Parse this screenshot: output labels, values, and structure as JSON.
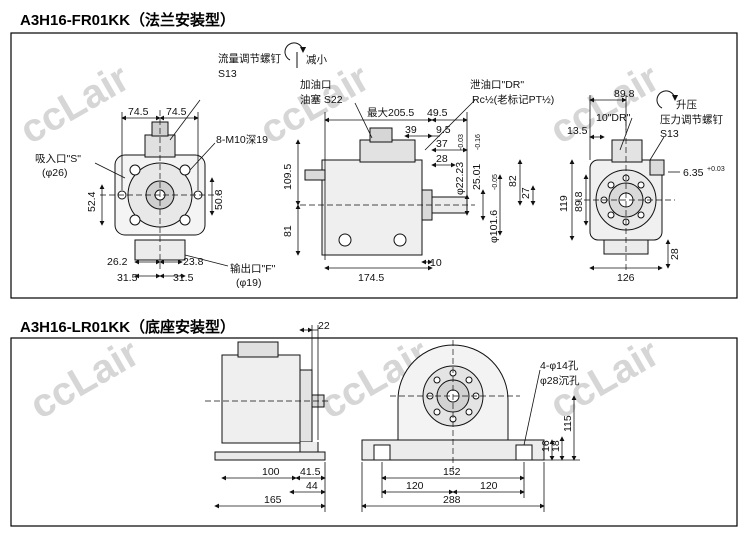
{
  "panels": {
    "flange": {
      "title": "A3H16-FR01KK（法兰安装型）"
    },
    "foot": {
      "title": "A3H16-LR01KK（底座安装型）"
    }
  },
  "watermark": {
    "text": "ccLair"
  },
  "labels": {
    "flow_screw": "流量调节螺钉",
    "flow_screw_size": "S13",
    "decrease": "减小",
    "inlet": "吸入口\"S\"",
    "inlet_dia": "(φ26)",
    "bolt_holes": "8-M10深19",
    "outlet": "输出口\"F\"",
    "outlet_dia": "(φ19)",
    "fill_port": "加油口",
    "plug": "油塞 S22",
    "drain_port": "泄油口\"DR\"",
    "drain_thread": "Rc½(老标记PT½)",
    "drain_10": "10\"DR\"",
    "increase": "升压",
    "pressure_screw": "压力调节螺钉",
    "pressure_screw_size": "S13",
    "holes": "4-φ14孔",
    "counterbore": "φ28沉孔"
  },
  "dims": {
    "d74_5a": "74.5",
    "d74_5b": "74.5",
    "d52_4": "52.4",
    "d50_8": "50.8",
    "d26_2": "26.2",
    "d23_8": "23.8",
    "d31_5a": "31.5",
    "d31_5b": "31.5",
    "max205": "最大205.5",
    "d49_5": "49.5",
    "d39": "39",
    "d9_5": "9.5",
    "d37": "37",
    "d28": "28",
    "d109_5": "109.5",
    "d81": "81",
    "d174_5": "174.5",
    "d10": "10",
    "d22_23": "φ22.23",
    "d22_tol": "-0.03",
    "d25_01": "25.01",
    "d25_tol": "-0.16",
    "d101_6": "φ101.6",
    "d101_tol": "-0.05",
    "d82": "82",
    "d27": "27",
    "d89_8a": "89.8",
    "d13_5": "13.5",
    "d6_35": "6.35",
    "d6_tol": "+0.03",
    "d119": "119",
    "d89_8b": "89.8",
    "d28b": "28",
    "d126": "126",
    "f22": "22",
    "f100": "100",
    "f41_5": "41.5",
    "f44": "44",
    "f165": "165",
    "f16": "16",
    "f18": "18",
    "f115": "115",
    "f152": "152",
    "f120a": "120",
    "f120b": "120",
    "f288": "288"
  }
}
